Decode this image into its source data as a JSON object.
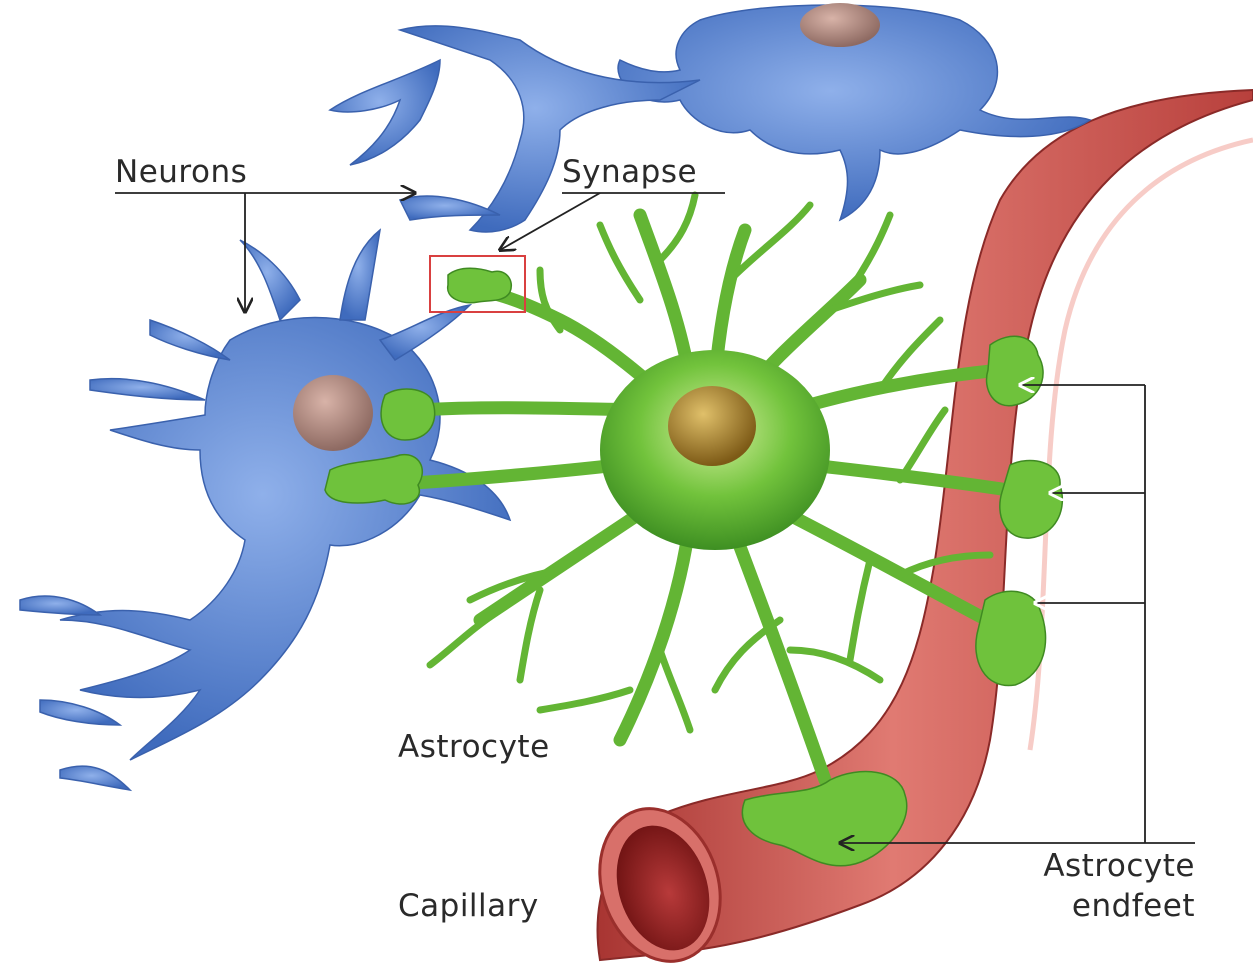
{
  "labels": {
    "neurons": "Neurons",
    "synapse": "Synapse",
    "astrocyte": "Astrocyte",
    "capillary": "Capillary",
    "endfeet_line1": "Astrocyte",
    "endfeet_line2": "endfeet"
  },
  "colors": {
    "neuron": "#5b86cf",
    "neuron_nucleus": "#b08a82",
    "astrocyte": "#6fbf3a",
    "astrocyte_nucleus": "#a07a2a",
    "capillary": "#c9504c",
    "capillary_lumen": "#8e1e1e",
    "leader_line": "#222222",
    "synapse_box": "#d94040"
  }
}
